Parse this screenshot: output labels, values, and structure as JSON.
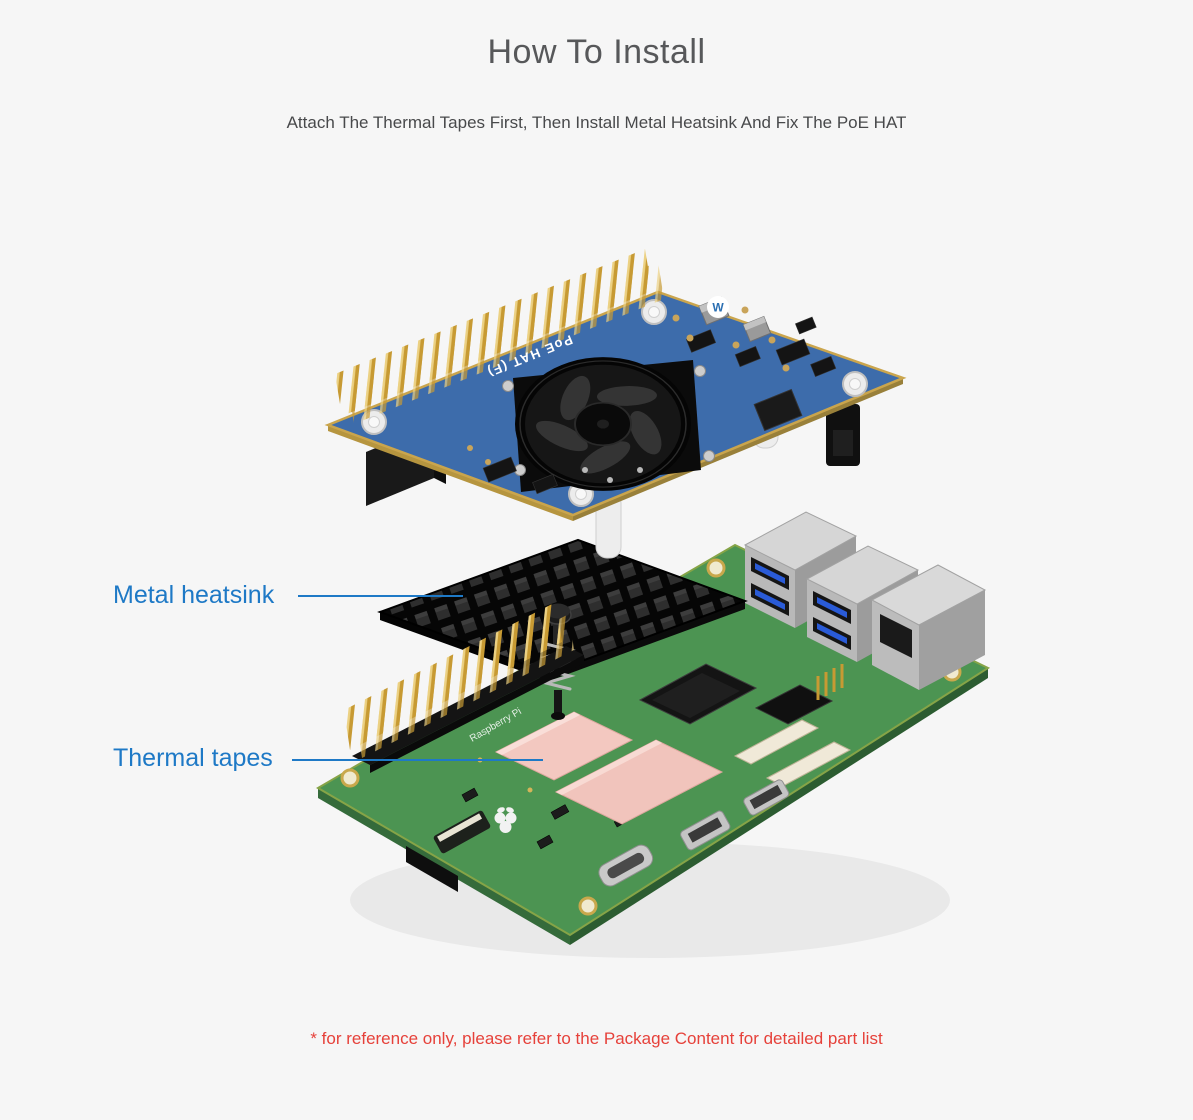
{
  "page": {
    "title": "How To Install",
    "subtitle": "Attach The Thermal Tapes First, Then Install Metal Heatsink And Fix The PoE HAT",
    "footnote": "* for reference only, please refer to the Package Content for detailed part list"
  },
  "annotations": {
    "metal_heatsink": "Metal heatsink",
    "thermal_tapes": "Thermal tapes"
  },
  "board_text": {
    "poe_hat_silkscreen": "PoE HAT (F)",
    "pi_silkscreen": "Raspberry Pi"
  },
  "colors": {
    "background": "#f6f6f6",
    "title_text": "#57585a",
    "subtitle_text": "#48494b",
    "annotation_text": "#1e79c6",
    "footnote_text": "#e6413a",
    "hat_pcb_blue": "#3d6cab",
    "heatsink_black": "#111111",
    "pi_pcb_green": "#4c9452",
    "thermal_pad_pink": "#f3c8c0",
    "pin_gold": "#c79a33",
    "port_silver": "#c9c9c9",
    "usb3_blue": "#2a5bd7"
  }
}
